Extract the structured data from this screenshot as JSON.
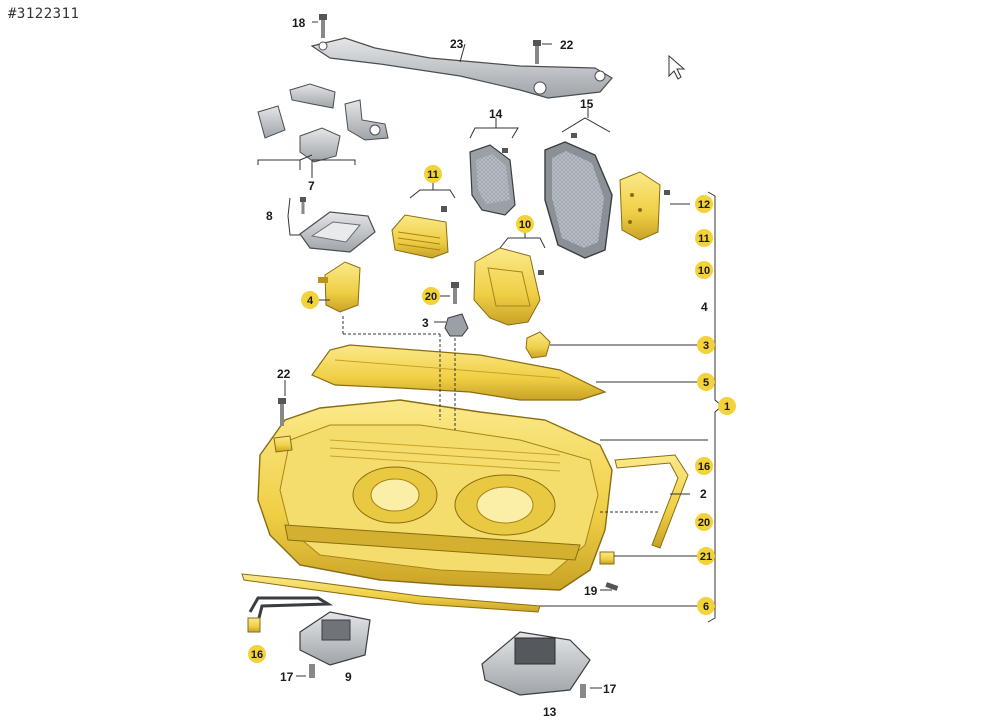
{
  "image_id": "#3122311",
  "colors": {
    "gold": "#f0d24a",
    "gold_dark": "#b8921a",
    "part_gray": "#c4c8cc",
    "part_dark": "#5a5e63",
    "badge": "#f3d23a",
    "line": "#333333"
  },
  "labels": {
    "l18": "18",
    "l23": "23",
    "l22a": "22",
    "l7": "7",
    "l14": "14",
    "l15": "15",
    "l11a": "11",
    "l8": "8",
    "l10a": "10",
    "l12": "12",
    "l11b": "11",
    "l10b": "10",
    "l4a": "4",
    "l4b": "4",
    "l20a": "20",
    "l3a": "3",
    "l3b": "3",
    "l5": "5",
    "l22b": "22",
    "l1": "1",
    "l16a": "16",
    "l2": "2",
    "l20b": "20",
    "l21": "21",
    "l19": "19",
    "l6": "6",
    "l16b": "16",
    "l17a": "17",
    "l9": "9",
    "l13": "13",
    "l17b": "17"
  },
  "icons": {
    "cursor": "mouse-pointer-icon"
  }
}
